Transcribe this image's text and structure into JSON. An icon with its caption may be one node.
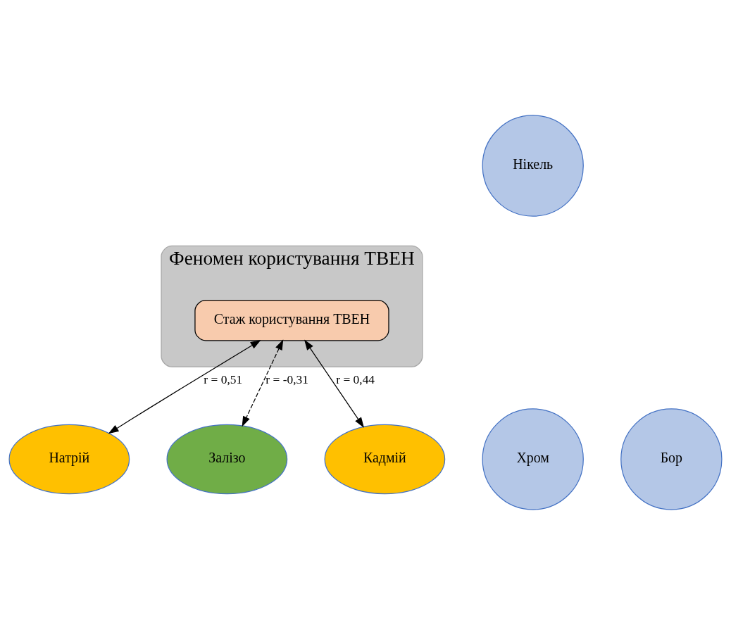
{
  "diagram": {
    "nodes": [
      {
        "text": [
          "Нікель"
        ]
      },
      {
        "text": [
          "Феномен користування ТВЕН"
        ]
      },
      {
        "text": [
          "Хром"
        ]
      },
      {
        "text": [
          "Стаж користування ТВЕН"
        ],
        "in": 1
      },
      {
        "text": [
          "Бор"
        ]
      },
      {
        "text": [
          "Натрій"
        ]
      },
      {
        "text": [
          "Залізо"
        ]
      },
      {
        "text": [
          "Кадмій"
        ]
      }
    ],
    "edges": [
      {
        "from": 3,
        "to": 5,
        "arrow": "both",
        "label": "r = 0,51"
      },
      {
        "from": 3,
        "to": 6,
        "arrow": "both",
        "label": "r = -0,31",
        "style": "dashed"
      },
      {
        "from": 3,
        "to": 7,
        "arrow": "both",
        "label": "r = 0,44"
      }
    ]
  }
}
